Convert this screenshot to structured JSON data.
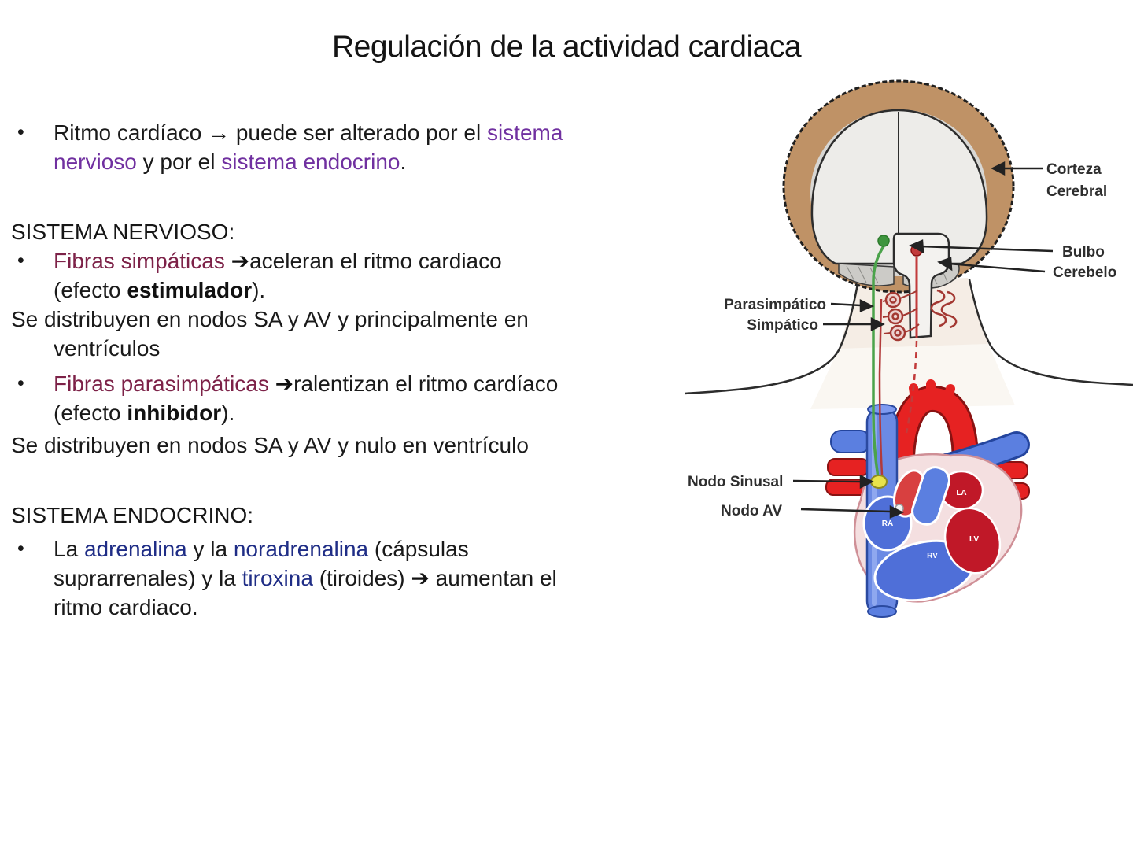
{
  "slide": {
    "title": "Regulación de la actividad cardiaca"
  },
  "content": {
    "bullet_char": "•",
    "b1": {
      "l1_a": "Ritmo cardíaco → puede ser alterado por el ",
      "l1_b": "sistema",
      "l2_a": "nervioso",
      "l2_b": " y por el ",
      "l2_c": "sistema endocrino",
      "l2_d": "."
    },
    "h_nervioso": "SISTEMA NERVIOSO:",
    "b2": {
      "l1_a": "Fibras simpáticas ",
      "arrow": "➔",
      "l1_b": "aceleran el ritmo cardiaco",
      "l2_a": "(efecto ",
      "l2_b": "estimulador",
      "l2_c": ")."
    },
    "p1_l1": "Se distribuyen en nodos SA y AV y principalmente en",
    "p1_l2": "ventrículos",
    "b3": {
      "l1_a": "Fibras parasimpáticas ",
      "arrow": "➔",
      "l1_b": "ralentizan el ritmo cardíaco",
      "l2_a": "(efecto ",
      "l2_b": "inhibidor",
      "l2_c": ")."
    },
    "p2": "Se distribuyen en nodos SA y AV y nulo en ventrículo",
    "h_endocrino": "SISTEMA ENDOCRINO:",
    "b4": {
      "l1_a": "La ",
      "l1_b": "adrenalina",
      "l1_c": " y la ",
      "l1_d": "noradrenalina",
      "l1_e": " (cápsulas",
      "l2_a": "suprarrenales) y la ",
      "l2_b": "tiroxina",
      "l2_c": " (tiroides) ",
      "arrow": "➔",
      "l2_d": " aumentan el",
      "l3": "ritmo cardiaco."
    }
  },
  "diagram": {
    "labels": {
      "corteza1": "Corteza",
      "corteza2": "Cerebral",
      "bulbo": "Bulbo",
      "cerebelo": "Cerebelo",
      "parasimpatico": "Parasimpático",
      "simpatico": "Simpático",
      "nodo_sinusal": "Nodo Sinusal",
      "nodo_av": "Nodo AV"
    },
    "heart": {
      "ra": "RA",
      "la": "LA",
      "lv": "LV",
      "rv": "RV"
    }
  },
  "colors": {
    "accent_purple": "#7030A0",
    "accent_maroon": "#7D2248",
    "accent_navy": "#1F2D86",
    "diagram_green": "#4BA34B",
    "diagram_red": "#E62222",
    "diagram_blue": "#5B7FE0",
    "node_yellow": "#E8E34B",
    "skin_tan": "#BF9266"
  }
}
